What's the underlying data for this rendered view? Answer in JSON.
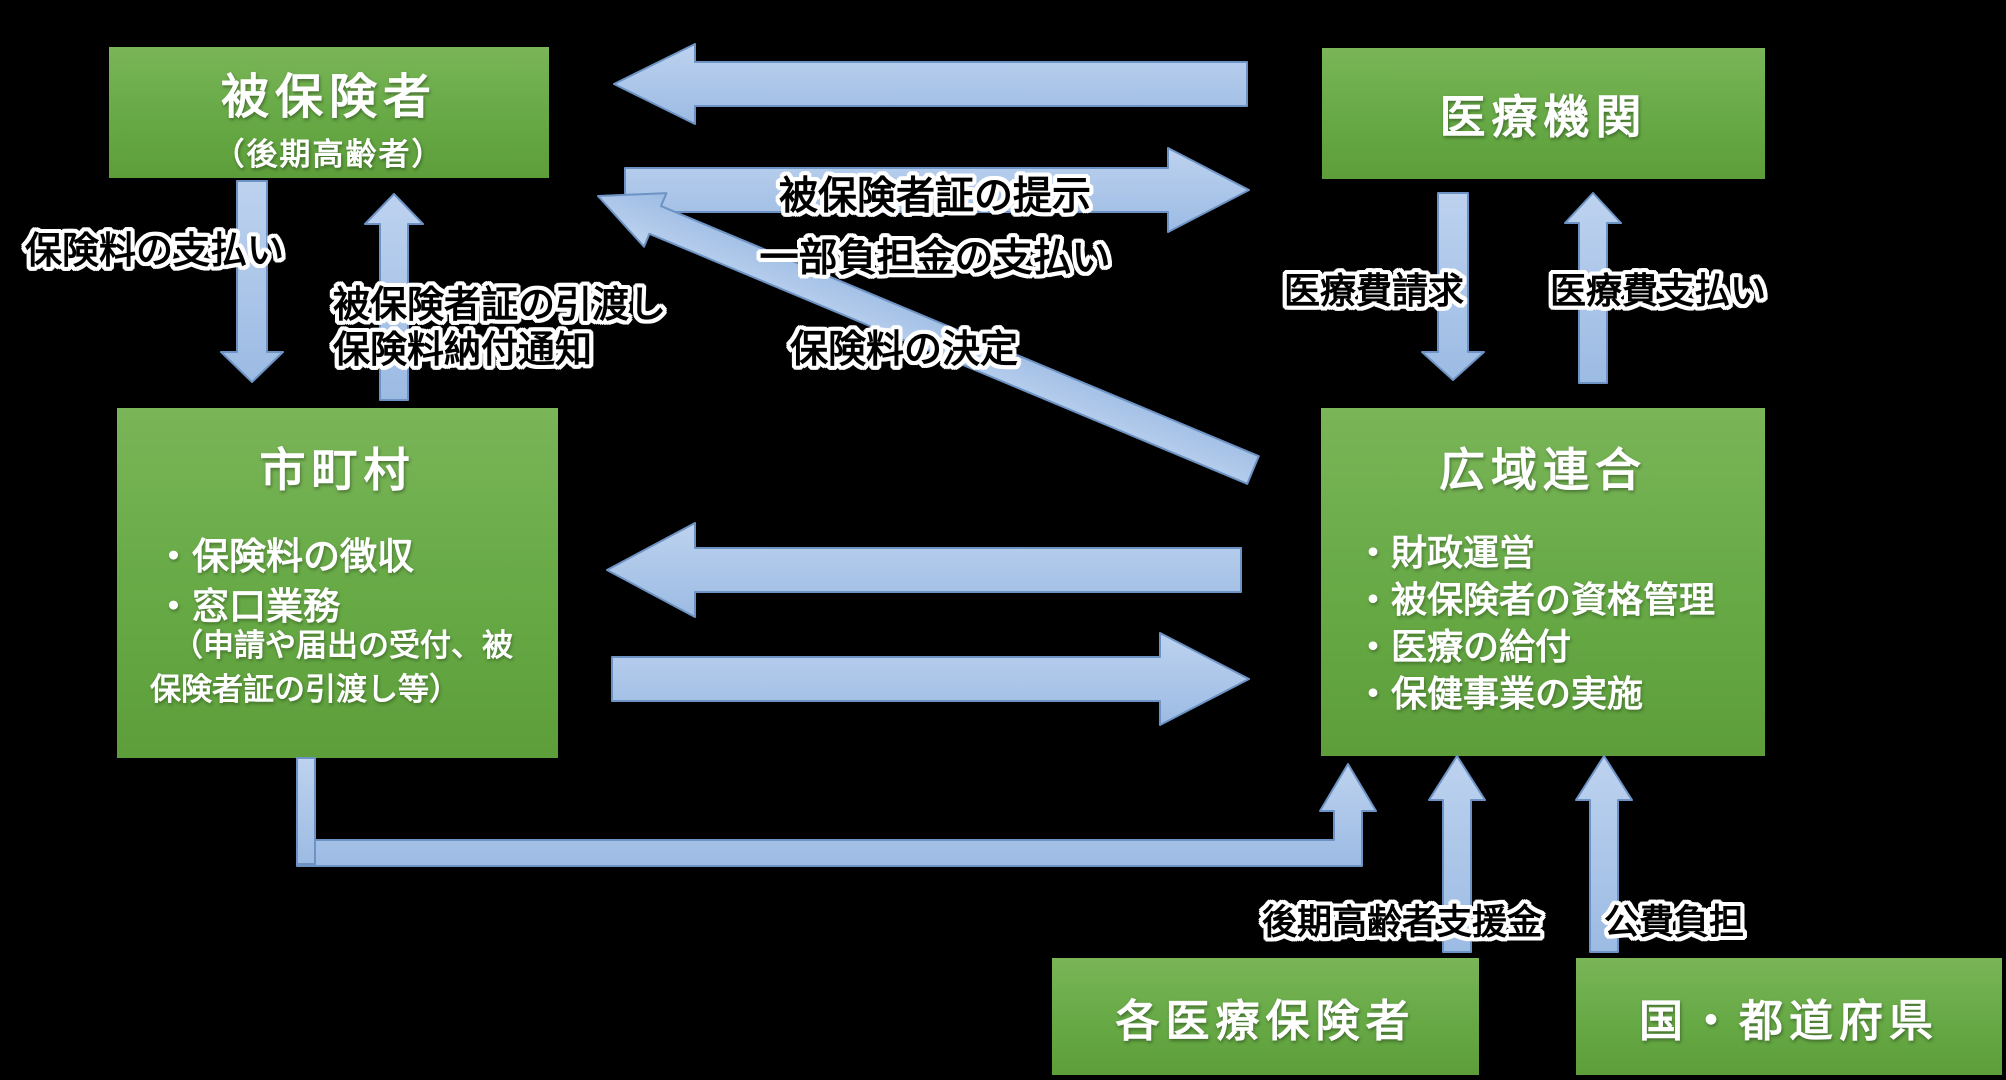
{
  "colors": {
    "background": "#000000",
    "box_green_top": "#7ab558",
    "box_green_mid": "#66a945",
    "box_green_bottom": "#5d9e3a",
    "arrow_fill_light": "#bdd2ef",
    "arrow_fill_dark": "#9cbbe3",
    "arrow_border": "#6d93c4",
    "box_text": "#ffffff",
    "label_text": "#000000",
    "label_outline": "#ffffff"
  },
  "boxes": {
    "insured": {
      "title": "被保険者",
      "subtitle": "（後期高齢者）"
    },
    "medical": {
      "title": "医療機関"
    },
    "municipality": {
      "title": "市町村",
      "items": [
        "・保険料の徴収",
        "・窓口業務",
        "（申請や届出の受付、被",
        "保険者証の引渡し等）"
      ]
    },
    "union": {
      "title": "広域連合",
      "items": [
        "・財政運営",
        "・被保険者の資格管理",
        "・医療の給付",
        "・保健事業の実施"
      ]
    },
    "insurers": {
      "title": "各医療保険者"
    },
    "government": {
      "title": "国・都道府県"
    }
  },
  "labels": {
    "premium_payment": "保険料の支払い",
    "card_delivery_1": "被保険者証の引渡し",
    "card_delivery_2": "保険料納付通知",
    "card_presentation_1": "被保険者証の提示",
    "card_presentation_2": "一部負担金の支払い",
    "premium_decision": "保険料の決定",
    "medical_fee_claim": "医療費請求",
    "medical_fee_payment": "医療費支払い",
    "support_fund": "後期高齢者支援金",
    "public_expense": "公費負担"
  }
}
